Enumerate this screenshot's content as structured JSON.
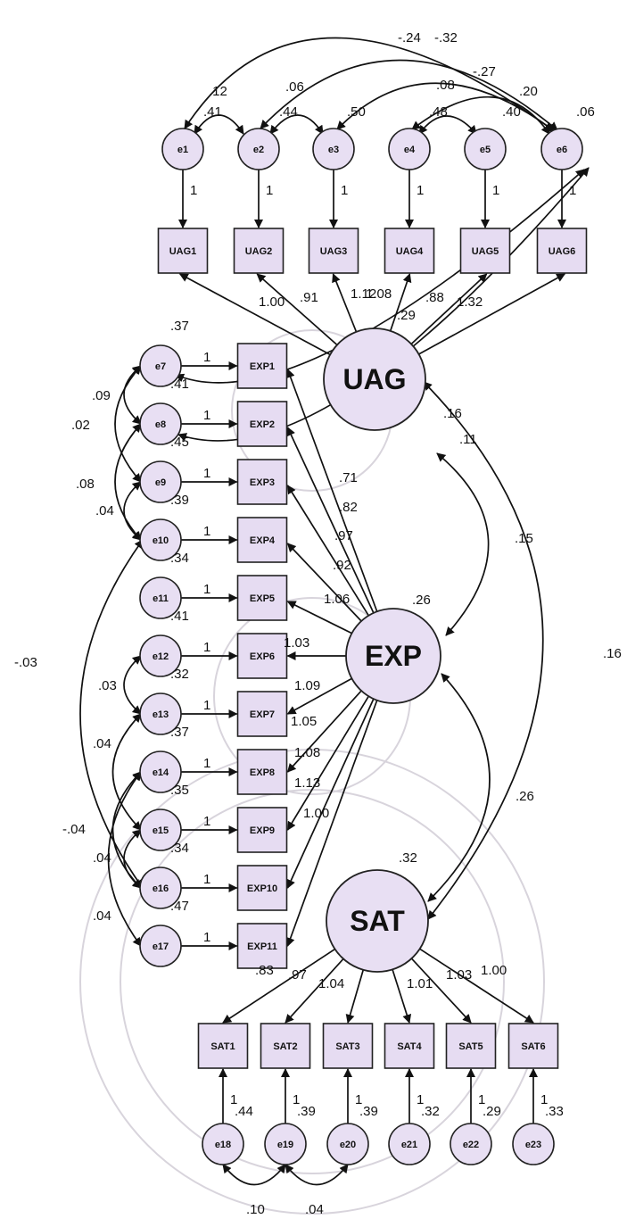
{
  "latents": {
    "uag": "UAG",
    "exp": "EXP",
    "sat": "SAT"
  },
  "indicators": {
    "uag": [
      "UAG1",
      "UAG2",
      "UAG3",
      "UAG4",
      "UAG5",
      "UAG6"
    ],
    "exp": [
      "EXP1",
      "EXP2",
      "EXP3",
      "EXP4",
      "EXP5",
      "EXP6",
      "EXP7",
      "EXP8",
      "EXP9",
      "EXP10",
      "EXP11"
    ],
    "sat": [
      "SAT1",
      "SAT2",
      "SAT3",
      "SAT4",
      "SAT5",
      "SAT6"
    ]
  },
  "errors": [
    "e1",
    "e2",
    "e3",
    "e4",
    "e5",
    "e6",
    "e7",
    "e8",
    "e9",
    "e10",
    "e11",
    "e12",
    "e13",
    "e14",
    "e15",
    "e16",
    "e17",
    "e18",
    "e19",
    "e20",
    "e21",
    "e22",
    "e23"
  ],
  "estimates": {
    "fixed_loading": "1",
    "error_variances": [
      ".41",
      ".44",
      ".50",
      ".48",
      ".40",
      ".06",
      ".37",
      ".41",
      ".45",
      ".39",
      ".34",
      ".41",
      ".32",
      ".37",
      ".35",
      ".34",
      ".47",
      ".44",
      ".39",
      ".39",
      ".32",
      ".29",
      ".33"
    ],
    "uag_loadings": [
      "1.00",
      ".91",
      "1.12",
      "1.08",
      ".88",
      "1.32"
    ],
    "uag_variance": ".29",
    "exp_loadings": [
      ".71",
      ".82",
      ".97",
      ".92",
      "1.06",
      "1.03",
      "1.09",
      "1.05",
      "1.08",
      "1.13",
      "1.00"
    ],
    "exp_variance": ".26",
    "sat_loadings": [
      ".83",
      ".97",
      "1.04",
      "1.01",
      "1.03",
      "1.00"
    ],
    "sat_variance": ".32",
    "latent_covariances": {
      "uag_exp": ".15",
      "uag_sat": ".16",
      "exp_sat": ".26"
    },
    "error_covariances": [
      {
        "pair": [
          "e1",
          "e2"
        ],
        "value": ".12"
      },
      {
        "pair": [
          "e2",
          "e3"
        ],
        "value": ".06"
      },
      {
        "pair": [
          "e1",
          "e6"
        ],
        "value": "-.24"
      },
      {
        "pair": [
          "e2",
          "e6"
        ],
        "value": "-.32"
      },
      {
        "pair": [
          "e3",
          "e6"
        ],
        "value": "-.27"
      },
      {
        "pair": [
          "e4",
          "e5"
        ],
        "value": ".08"
      },
      {
        "pair": [
          "e4",
          "e6"
        ],
        "value": ".20"
      },
      {
        "pair": [
          "e7",
          "e6"
        ],
        "value": ".16"
      },
      {
        "pair": [
          "e8",
          "e6"
        ],
        "value": ".11"
      },
      {
        "pair": [
          "e7",
          "e8"
        ],
        "value": ".09"
      },
      {
        "pair": [
          "e7",
          "e9"
        ],
        "value": ".02"
      },
      {
        "pair": [
          "e8",
          "e10"
        ],
        "value": ".08"
      },
      {
        "pair": [
          "e9",
          "e10"
        ],
        "value": ".04"
      },
      {
        "pair": [
          "e10",
          "e16"
        ],
        "value": "-.03"
      },
      {
        "pair": [
          "e12",
          "e13"
        ],
        "value": ".03"
      },
      {
        "pair": [
          "e13",
          "e15"
        ],
        "value": ".04"
      },
      {
        "pair": [
          "e14",
          "e16"
        ],
        "value": "-.04"
      },
      {
        "pair": [
          "e15",
          "e16"
        ],
        "value": ".04"
      },
      {
        "pair": [
          "e14",
          "e17"
        ],
        "value": ".04"
      },
      {
        "pair": [
          "e18",
          "e19"
        ],
        "value": ".10"
      },
      {
        "pair": [
          "e19",
          "e20"
        ],
        "value": ".04"
      }
    ]
  },
  "colors": {
    "node_fill": "#e8dff3",
    "stroke": "#222222",
    "watermark": "#d8d4dc"
  }
}
